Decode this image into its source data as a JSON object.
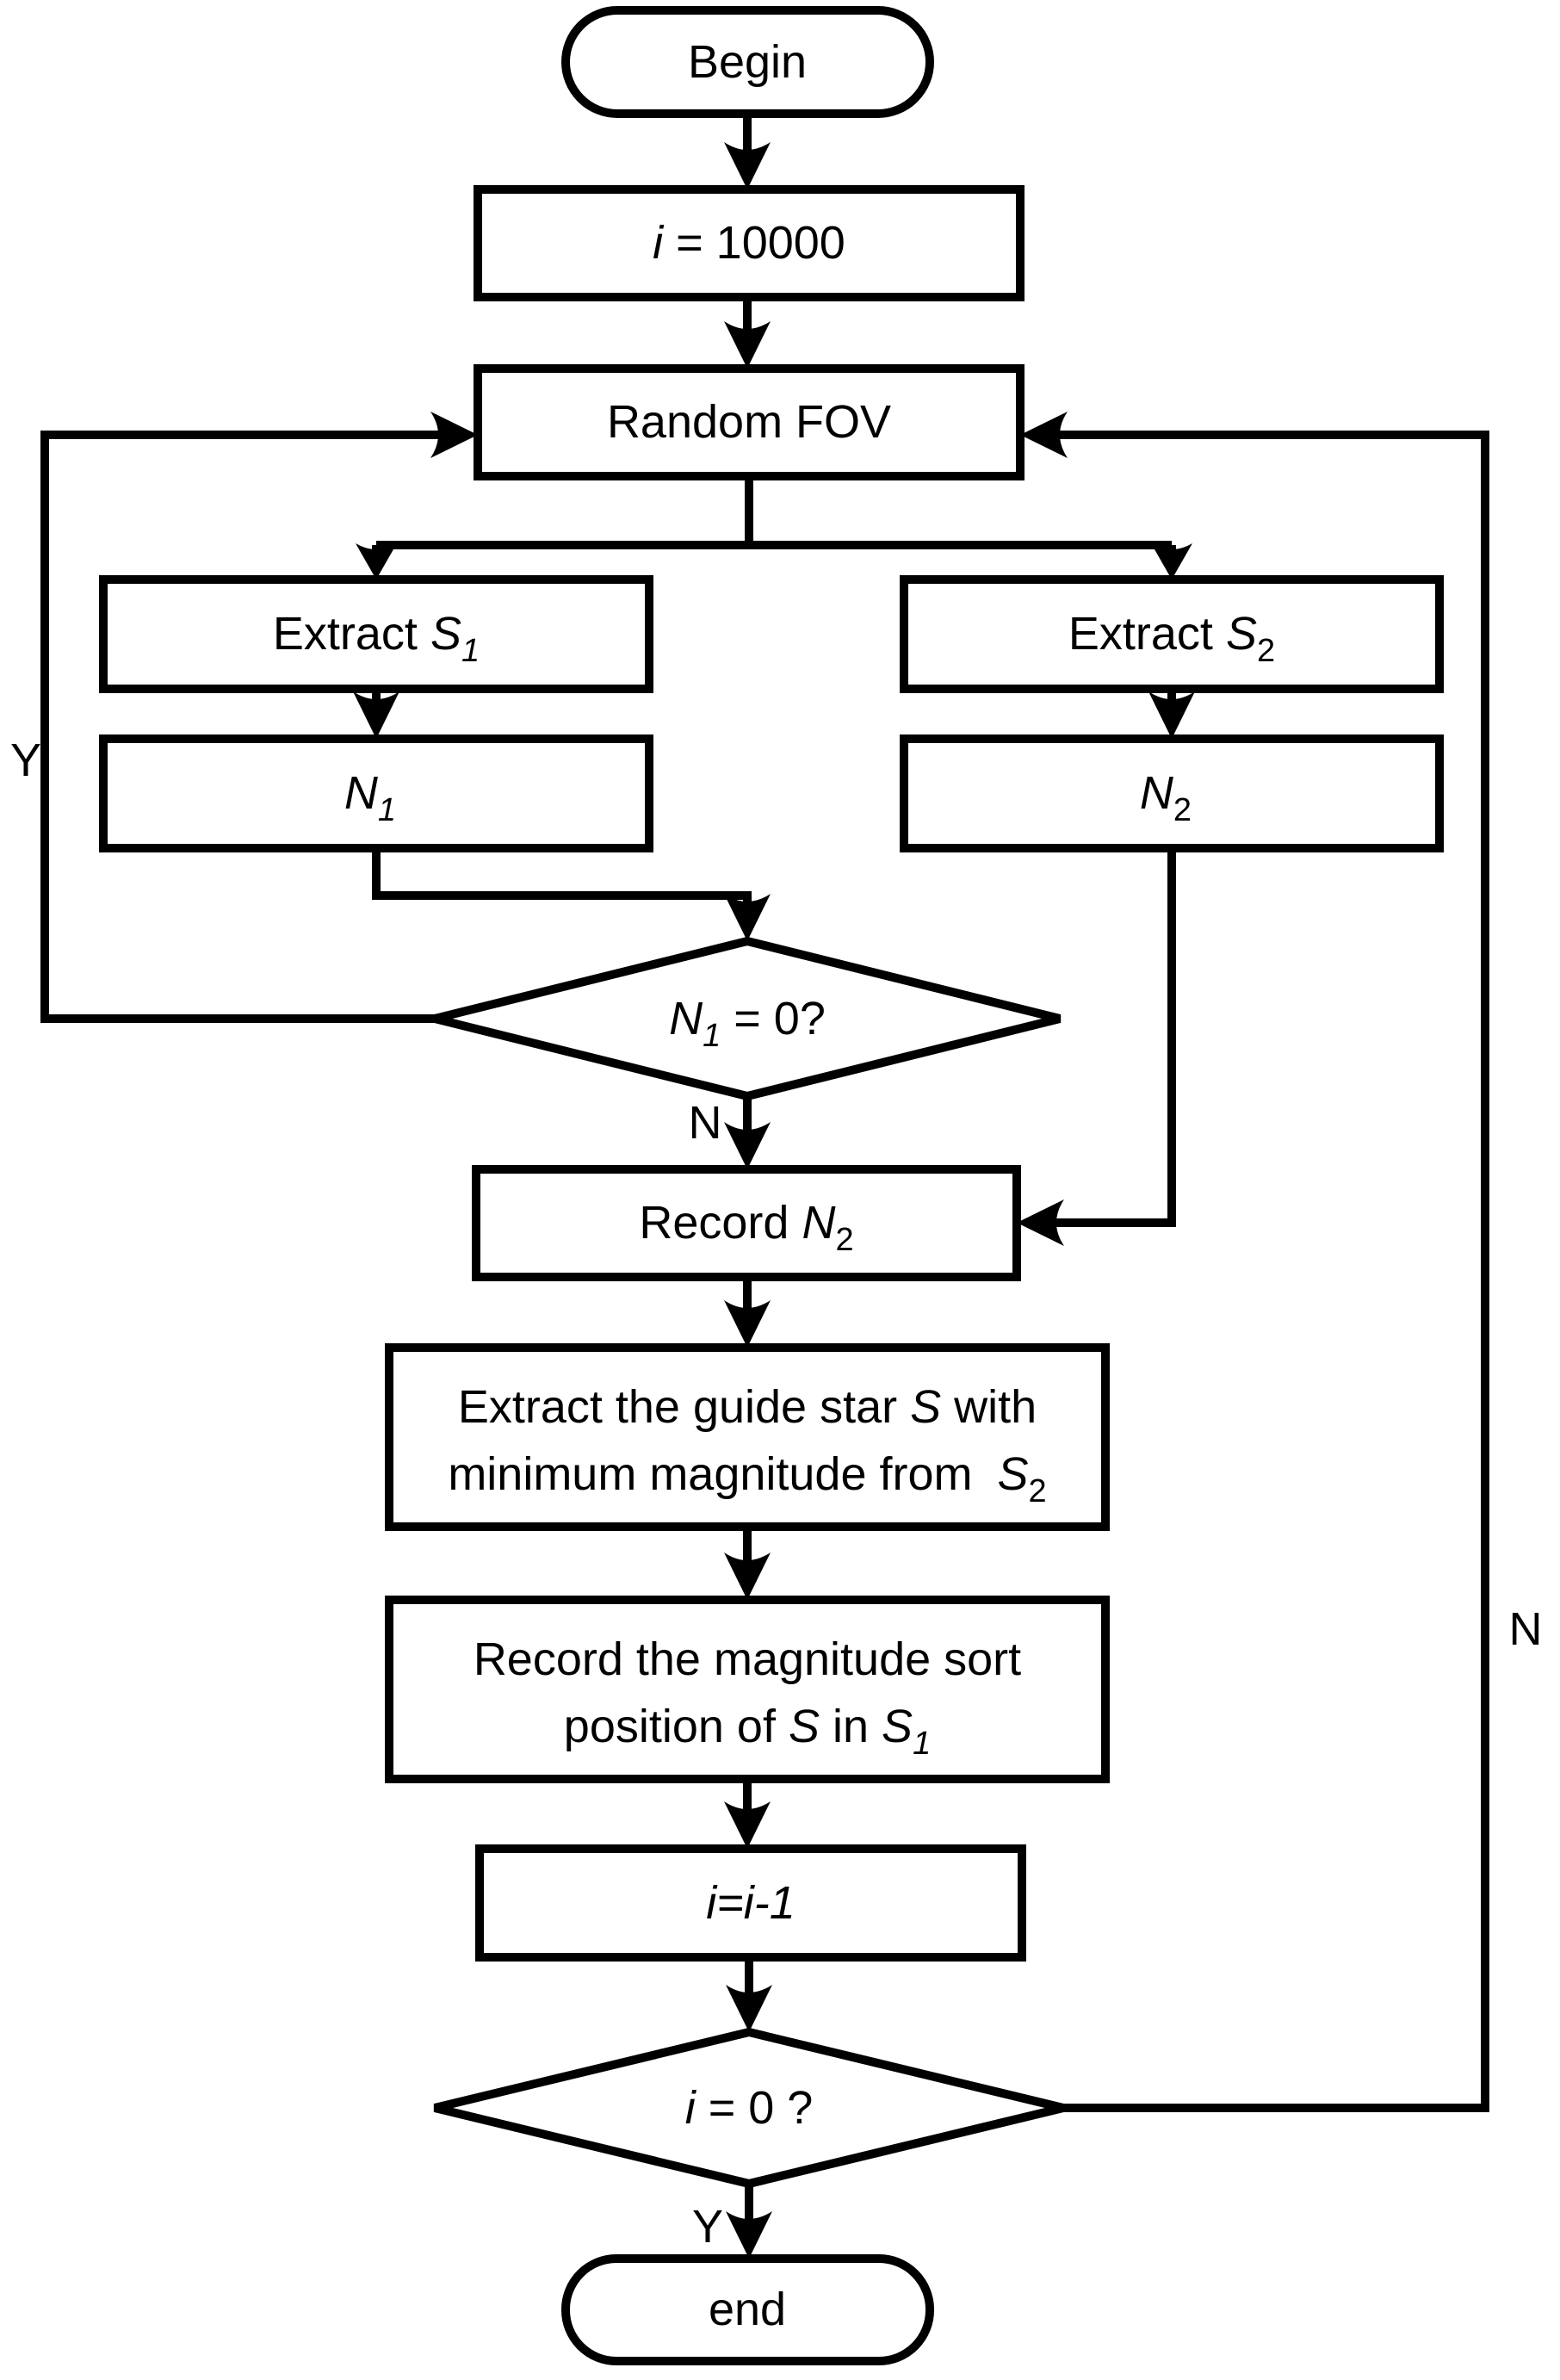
{
  "diagram": {
    "background": "#ffffff",
    "stroke_color": "#000000",
    "nodes": {
      "begin": {
        "label": "Begin"
      },
      "init": {
        "var": "i",
        "rest": " = 10000"
      },
      "random_fov": {
        "label": "Random FOV"
      },
      "extract_s1": {
        "pre": "Extract ",
        "var": "S",
        "sub": "1"
      },
      "count_n1": {
        "var": "N",
        "sub": "1"
      },
      "extract_s2": {
        "pre": "Extract ",
        "var": "S",
        "sub": "2"
      },
      "count_n2": {
        "var": "N",
        "sub": "2"
      },
      "decision_n1": {
        "var": "N",
        "sub": "1",
        "rest": " = 0?"
      },
      "record_n2": {
        "pre": "Record ",
        "var": "N",
        "sub": "2"
      },
      "extract_guide_star": {
        "line1_pre": "Extract the guide star ",
        "line1_var": "S",
        "line1_post": " with",
        "line2_pre": "minimum magnitude from ",
        "line2_var": "S",
        "line2_sub": "2"
      },
      "record_sort_position": {
        "line1": "Record the magnitude sort",
        "line2_pre": "position of ",
        "line2_var": "S",
        "line2_mid": " in ",
        "line2_var2": "S",
        "line2_sub": "1"
      },
      "decrement": {
        "label": "i=i-1"
      },
      "decision_i": {
        "var": "i",
        "rest": " = 0 ?"
      },
      "end": {
        "label": "end"
      }
    },
    "edge_labels": {
      "n1_yes": "Y",
      "n1_no": "N",
      "i_no": "N",
      "i_yes": "Y"
    }
  }
}
